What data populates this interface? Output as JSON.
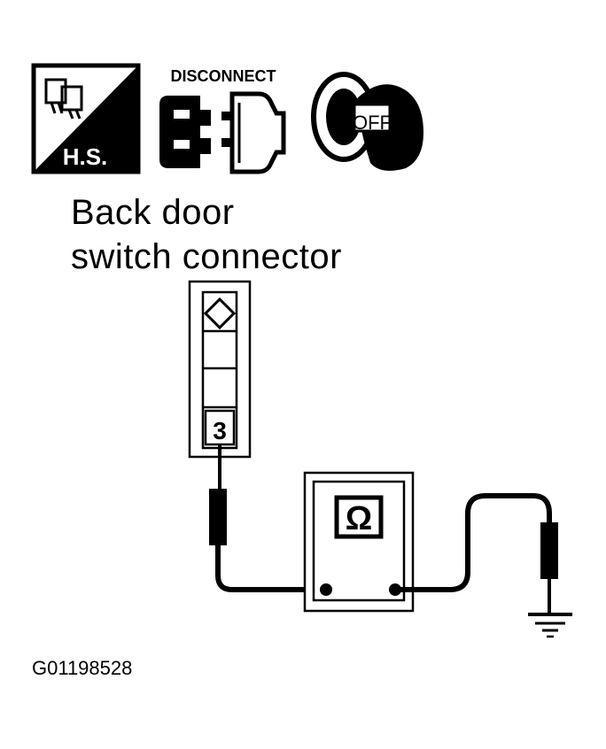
{
  "icons": {
    "harness_side": {
      "label": "H.S.",
      "icon": "harness-side-icon"
    },
    "disconnect": {
      "label": "DISCONNECT",
      "icon": "disconnect-connector-icon"
    },
    "ignition": {
      "label": "OFF",
      "icon": "ignition-key-off-icon"
    }
  },
  "connector": {
    "title_line1": "Back door",
    "title_line2": "switch connector",
    "terminal": "3"
  },
  "meter": {
    "symbol": "Ω",
    "icon": "ohmmeter-icon"
  },
  "ground": {
    "icon": "ground-icon"
  },
  "figure_id": "G01198528",
  "colors": {
    "ink": "#000000",
    "paper": "#ffffff"
  }
}
